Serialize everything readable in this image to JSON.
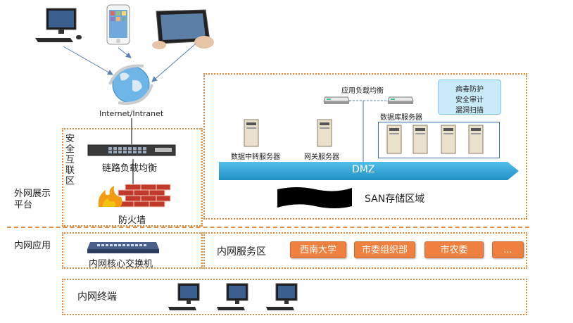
{
  "left_labels": {
    "outer_platform": "外网展示平台",
    "inner_app": "内网应用"
  },
  "internet_label": "Internet/Intranet",
  "security_zone_label": "安全互联区",
  "devices": {
    "link_lb": "链路负载均衡",
    "firewall": "防火墙",
    "core_switch": "内网核心交换机",
    "app_lb": "应用负载均衡",
    "db_server": "数据库服务器",
    "data_transfer": "数据中转服务器",
    "gateway": "网关服务器"
  },
  "security_note": [
    "病毒防护",
    "安全审计",
    "漏洞扫描"
  ],
  "dmz_label": "DMZ",
  "san_label": "SAN存储区域",
  "intranet_service": {
    "title": "内网服务区",
    "items": [
      "西南大学",
      "市委组织部",
      "市农委",
      "..."
    ]
  },
  "intranet_terminal_label": "内网终端",
  "colors": {
    "orange": "#ee8040",
    "dmz_blue": "#29a3d6",
    "border": "#e9893a"
  }
}
